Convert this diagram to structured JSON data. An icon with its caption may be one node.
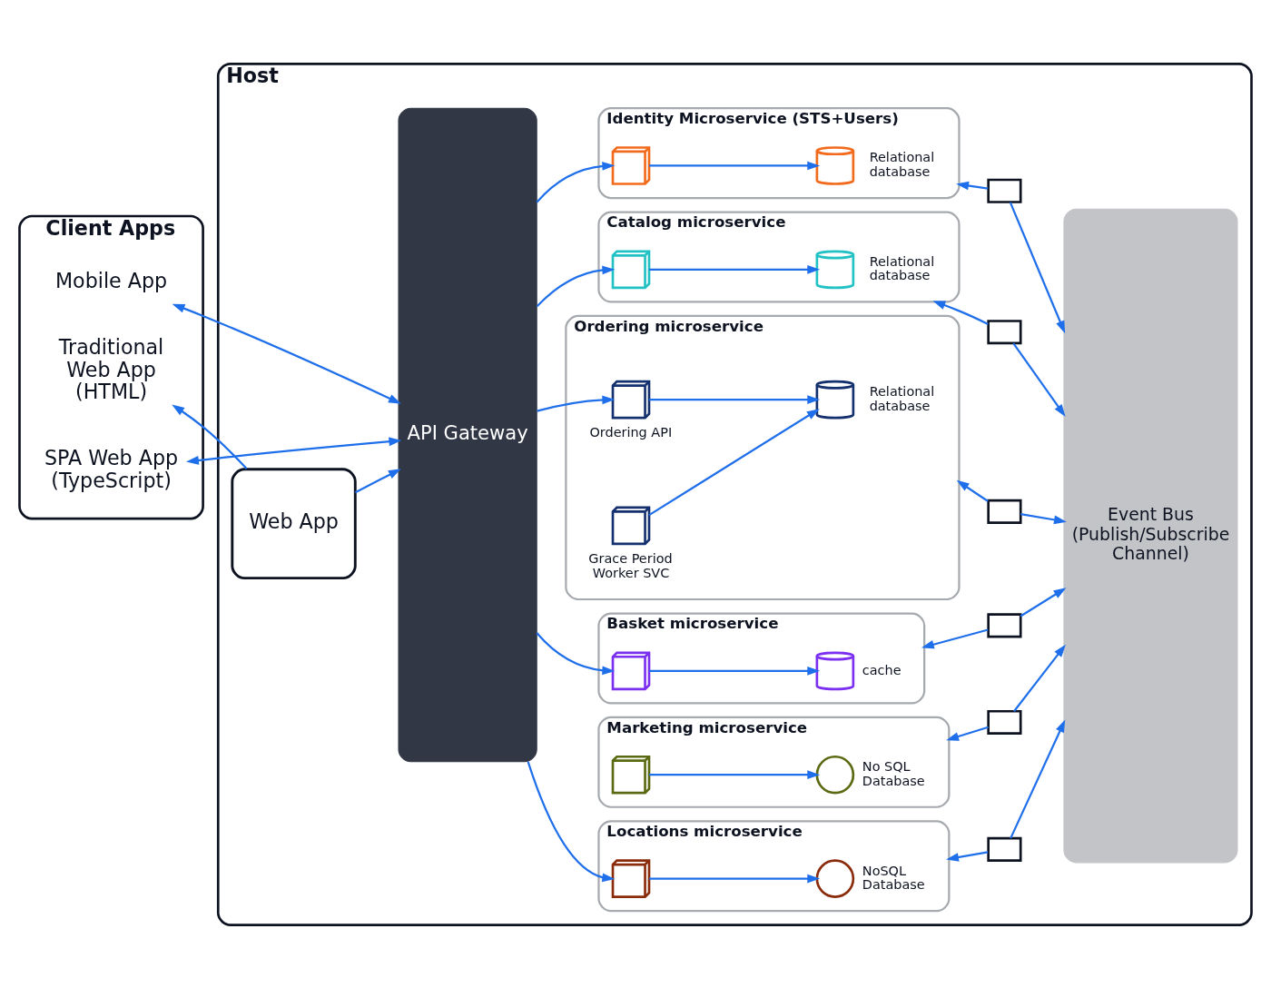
{
  "diagram": {
    "nodes": [
      {
        "text": [
          "Client Apps"
        ]
      },
      {
        "text": [
          "Mobile App"
        ],
        "in": 0
      },
      {
        "text": [
          "Traditional Web App (HTML)"
        ],
        "in": 0
      },
      {
        "text": [
          "SPA Web App (TypeScript)"
        ],
        "in": 0
      },
      {
        "text": [
          "Host"
        ]
      },
      {
        "text": [
          "Web App"
        ],
        "in": 4
      },
      {
        "text": [
          "API Gateway"
        ],
        "in": 4
      },
      {
        "text": [
          "Identity Microservice (STS+Users)"
        ],
        "in": 4
      },
      {
        "text": [],
        "shape": "cube",
        "in": 7
      },
      {
        "text": [],
        "shape": "cylinder",
        "in": 7,
        "beside": [
          "Relational database"
        ]
      },
      {
        "text": [
          "Catalog microservice"
        ],
        "in": 4
      },
      {
        "text": [],
        "shape": "cube",
        "in": 10
      },
      {
        "text": [],
        "shape": "cylinder",
        "in": 10,
        "beside": [
          "Relational database"
        ]
      },
      {
        "text": [
          "Ordering microservice"
        ],
        "in": 4
      },
      {
        "text": [],
        "shape": "cube",
        "in": 13,
        "beside": [
          "Ordering API"
        ]
      },
      {
        "text": [],
        "shape": "cylinder",
        "in": 13,
        "beside": [
          "Relational database"
        ]
      },
      {
        "text": [],
        "shape": "cube",
        "in": 13,
        "beside": [
          "Grace Period Worker SVC"
        ]
      },
      {
        "text": [
          "Basket microservice"
        ],
        "in": 4
      },
      {
        "text": [],
        "shape": "cube",
        "in": 17
      },
      {
        "text": [],
        "shape": "cylinder",
        "in": 17,
        "beside": [
          "cache"
        ]
      },
      {
        "text": [
          "Marketing microservice"
        ],
        "in": 4
      },
      {
        "text": [],
        "shape": "cube",
        "in": 20
      },
      {
        "text": [],
        "shape": "globe",
        "in": 20,
        "beside": [
          "No SQL Database"
        ]
      },
      {
        "text": [
          "Locations microservice"
        ],
        "in": 4
      },
      {
        "text": [],
        "shape": "cube",
        "in": 23
      },
      {
        "text": [],
        "shape": "globe",
        "in": 23,
        "beside": [
          "NoSQL Database"
        ]
      },
      {
        "text": [],
        "shape": "envelope",
        "in": 4
      },
      {
        "text": [],
        "shape": "envelope",
        "in": 4
      },
      {
        "text": [],
        "shape": "envelope",
        "in": 4
      },
      {
        "text": [],
        "shape": "envelope",
        "in": 4
      },
      {
        "text": [],
        "shape": "envelope",
        "in": 4
      },
      {
        "text": [],
        "shape": "envelope",
        "in": 4
      },
      {
        "text": [
          "Event Bus",
          "(Publish/Subscribe Channel)"
        ],
        "in": 4
      }
    ],
    "edges": [
      {
        "from": 1,
        "to": 6,
        "arrow": "both"
      },
      {
        "from": 5,
        "to": 2,
        "arrow": "to"
      },
      {
        "from": 5,
        "to": 6,
        "arrow": "to"
      },
      {
        "from": 3,
        "to": 6,
        "arrow": "both"
      },
      {
        "from": 6,
        "to": 8,
        "arrow": "to"
      },
      {
        "from": 8,
        "to": 9,
        "arrow": "to"
      },
      {
        "from": 6,
        "to": 11,
        "arrow": "to"
      },
      {
        "from": 11,
        "to": 12,
        "arrow": "to"
      },
      {
        "from": 6,
        "to": 14,
        "arrow": "to"
      },
      {
        "from": 14,
        "to": 15,
        "arrow": "to"
      },
      {
        "from": 16,
        "to": 15,
        "arrow": "to"
      },
      {
        "from": 6,
        "to": 18,
        "arrow": "to"
      },
      {
        "from": 18,
        "to": 19,
        "arrow": "to"
      },
      {
        "from": 21,
        "to": 22,
        "arrow": "to"
      },
      {
        "from": 6,
        "to": 24,
        "arrow": "to"
      },
      {
        "from": 24,
        "to": 25,
        "arrow": "to"
      },
      {
        "from": 31,
        "to": 23,
        "arrow": "to"
      },
      {
        "from": 31,
        "to": 32,
        "arrow": "to"
      },
      {
        "from": 30,
        "to": 20,
        "arrow": "to"
      },
      {
        "from": 30,
        "to": 32,
        "arrow": "to"
      },
      {
        "from": 29,
        "to": 17,
        "arrow": "to"
      },
      {
        "from": 29,
        "to": 32,
        "arrow": "to"
      },
      {
        "from": 28,
        "to": 13,
        "arrow": "to"
      },
      {
        "from": 28,
        "to": 32,
        "arrow": "to"
      },
      {
        "from": 27,
        "to": 10,
        "arrow": "to"
      },
      {
        "from": 27,
        "to": 32,
        "arrow": "to"
      },
      {
        "from": 26,
        "to": 7,
        "arrow": "to"
      },
      {
        "from": 26,
        "to": 32,
        "arrow": "to"
      }
    ]
  }
}
